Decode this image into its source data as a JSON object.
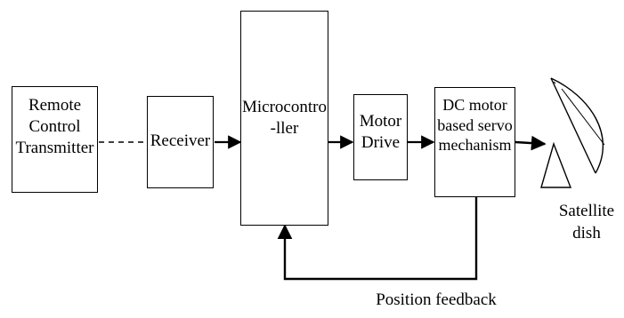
{
  "diagram": {
    "blocks": {
      "remote_transmitter": "Remote\nControl\nTransmitter",
      "receiver": "Receiver",
      "microcontroller": "Microcontro\n-ller",
      "motor_drive": "Motor\nDrive",
      "servo": "DC motor\nbased servo\nmechanism"
    },
    "labels": {
      "satellite_dish": "Satellite\ndish",
      "position_feedback": "Position feedback"
    },
    "colors": {
      "line": "#000000",
      "background": "#ffffff"
    }
  }
}
